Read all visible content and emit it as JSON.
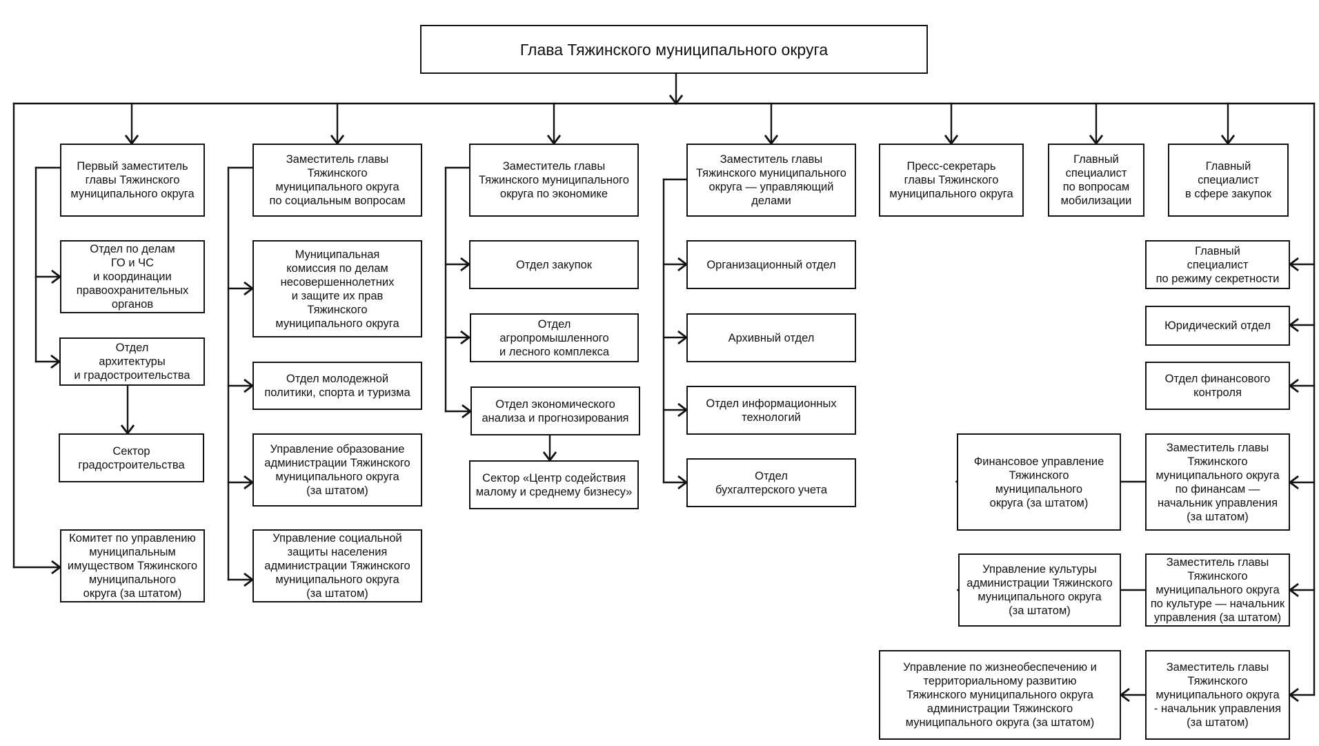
{
  "diagram": {
    "colors": {
      "stroke": "#111111",
      "background": "#ffffff"
    },
    "head": "Глава Тяжинского муниципального округа",
    "nodes": {
      "first_deputy": "Первый заместитель\nглавы Тяжинского\nмуниципального округа",
      "go_chs": "Отдел по делам\nГО и ЧС\nи координации\nправоохранительных\nорганов",
      "architecture": "Отдел\nархитектуры\nи градостроительства",
      "urban_sector": "Сектор\nградостроительства",
      "property_committee": "Комитет по управлению\nмуниципальным\nимуществом Тяжинского\nмуниципального\nокруга (за штатом)",
      "social_deputy": "Заместитель главы\nТяжинского\nмуниципального округа\nпо социальным вопросам",
      "minors_commission": "Муниципальная\nкомиссия по делам\nнесовершеннолетних\nи защите их прав\nТяжинского\nмуниципального округа",
      "youth_dept": "Отдел молодежной\nполитики, спорта и туризма",
      "education_dept": "Управление образование\nадминистрации Тяжинского\nмуниципального округа\n(за штатом)",
      "social_protection": "Управление социальной\nзащиты населения\nадминистрации Тяжинского\nмуниципального округа\n(за штатом)",
      "economy_deputy": "Заместитель главы\nТяжинского муниципального\nокруга по экономике",
      "procurement_dept": "Отдел закупок",
      "agro_dept": "Отдел\nагропромышленного\nи лесного комплекса",
      "economic_analysis": "Отдел экономического\nанализа и прогнозирования",
      "business_sector": "Сектор «Центр содействия\nмалому и среднему бизнесу»",
      "affairs_deputy": "Заместитель главы\nТяжинского муниципального\nокруга — управляющий\nделами",
      "org_dept": "Организационный отдел",
      "archive_dept": "Архивный отдел",
      "it_dept": "Отдел информационных\nтехнологий",
      "accounting_dept": "Отдел\nбухгалтерского учета",
      "press_secretary": "Пресс-секретарь\nглавы Тяжинского\nмуниципального округа",
      "mobilization_spec": "Главный\nспециалист\nпо вопросам\nмобилизации",
      "procurement_spec": "Главный\nспециалист\nв сфере закупок",
      "secrecy_spec": "Главный\nспециалист\nпо режиму секретности",
      "legal_dept": "Юридический отдел",
      "fin_control_dept": "Отдел финансового\nконтроля",
      "finance_deputy": "Заместитель главы\nТяжинского\nмуниципального округа\nпо финансам —\nначальник управления\n(за штатом)",
      "finance_dept": "Финансовое управление\nТяжинского\nмуниципального\nокруга (за штатом)",
      "culture_deputy": "Заместитель главы\nТяжинского\nмуниципального округа\nпо культуре — начальник\nуправления (за штатом)",
      "culture_dept": "Управление культуры\nадминистрации Тяжинского\nмуниципального округа\n(за штатом)",
      "life_deputy": "Заместитель главы\nТяжинского\nмуниципального округа\n- начальник управления\n(за штатом)",
      "life_dept": "Управление по жизнеобеспечению и\nтерриториальному развитию\nТяжинского муниципального округа\nадминистрации Тяжинского\nмуниципального округа (за штатом)"
    }
  }
}
